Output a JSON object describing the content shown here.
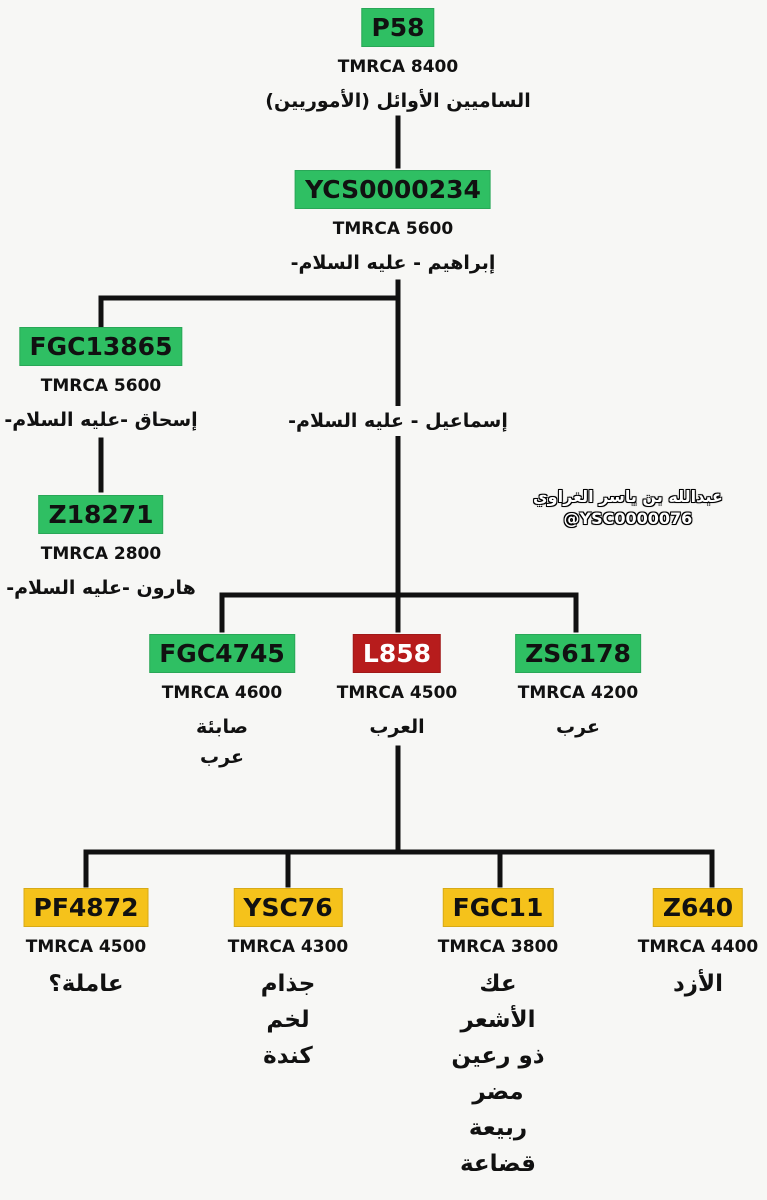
{
  "nodes": {
    "p58": {
      "haplogroup": "P58",
      "tmrca": "TMRCA 8400",
      "label": "الساميين الأوائل (الأموريين)",
      "color": "#2fbf63"
    },
    "ycs": {
      "haplogroup": "YCS0000234",
      "tmrca": "TMRCA 5600",
      "label": "إبراهيم - عليه السلام-",
      "color": "#2fbf63"
    },
    "fgc13865": {
      "haplogroup": "FGC13865",
      "tmrca": "TMRCA 5600",
      "label": "إسحاق -عليه السلام-",
      "color": "#2fbf63"
    },
    "z18271": {
      "haplogroup": "Z18271",
      "tmrca": "TMRCA 2800",
      "label": "هارون -عليه السلام-",
      "color": "#2fbf63"
    },
    "ishmael": {
      "label": "إسماعيل - عليه السلام-"
    },
    "fgc4745": {
      "haplogroup": "FGC4745",
      "tmrca": "TMRCA 4600",
      "labels": [
        "صابئة",
        "عرب"
      ],
      "color": "#2fbf63"
    },
    "l858": {
      "haplogroup": "L858",
      "tmrca": "TMRCA 4500",
      "labels": [
        "العرب"
      ],
      "color": "#b71c1c"
    },
    "zs6178": {
      "haplogroup": "ZS6178",
      "tmrca": "TMRCA 4200",
      "labels": [
        "عرب"
      ],
      "color": "#2fbf63"
    },
    "pf4872": {
      "haplogroup": "PF4872",
      "tmrca": "TMRCA 4500",
      "labels": [
        "عاملة؟"
      ],
      "color": "#f5c21b"
    },
    "ysc76": {
      "haplogroup": "YSC76",
      "tmrca": "TMRCA 4300",
      "labels": [
        "جذام",
        "لخم",
        "كندة"
      ],
      "color": "#f5c21b"
    },
    "fgc11": {
      "haplogroup": "FGC11",
      "tmrca": "TMRCA 3800",
      "labels": [
        "عك",
        "الأشعر",
        "ذو رعين",
        "مضر",
        "ربيعة",
        "قضاعة"
      ],
      "color": "#f5c21b"
    },
    "z640": {
      "haplogroup": "Z640",
      "tmrca": "TMRCA 4400",
      "labels": [
        "الأزد"
      ],
      "color": "#f5c21b"
    }
  },
  "signature": {
    "name": "عبدالله بن ياسر الغراوي",
    "handle": "@YSC0000076"
  }
}
